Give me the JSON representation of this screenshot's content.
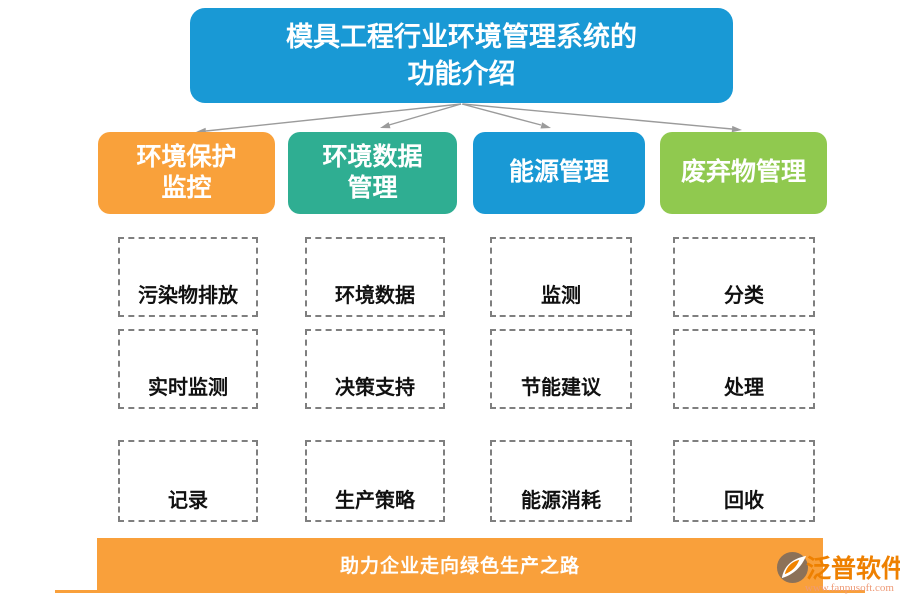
{
  "title": {
    "text": "模具工程行业环境管理系统的\n功能介绍"
  },
  "columns": [
    {
      "header": "环境保护\n监控",
      "color": "#F9A13B",
      "items": [
        "污染物排放",
        "实时监测",
        "记录"
      ]
    },
    {
      "header": "环境数据\n管理",
      "color": "#2FAE92",
      "items": [
        "环境数据",
        "决策支持",
        "生产策略"
      ]
    },
    {
      "header": "能源管理",
      "color": "#1999D5",
      "items": [
        "监测",
        "节能建议",
        "能源消耗"
      ]
    },
    {
      "header": "废弃物管理",
      "color": "#90C94F",
      "items": [
        "分类",
        "处理",
        "回收"
      ]
    }
  ],
  "banner": {
    "text": "助力企业走向绿色生产之路",
    "color": "#F9A03B"
  },
  "logo": {
    "name": "泛普软件",
    "url": "www.fanpusoft.com",
    "accent": "#EE8000"
  },
  "colors": {
    "title_bg": "#1999D5",
    "arrow": "#9B9B9B",
    "dashed_border": "#7F7F7F",
    "item_text": "#111111",
    "box_text": "#FFFFFF"
  }
}
